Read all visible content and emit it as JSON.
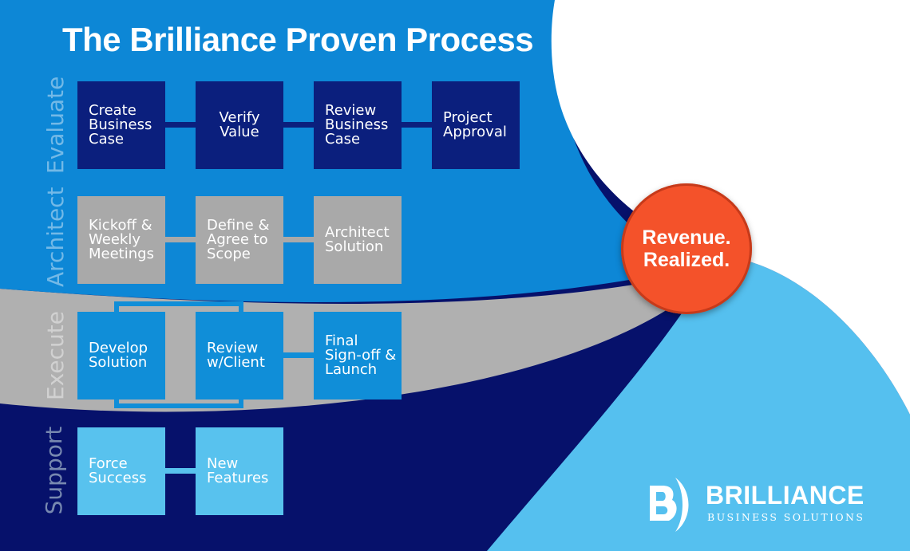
{
  "title": "The Brilliance Proven Process",
  "phases": {
    "evaluate": "Evaluate",
    "architect": "Architect",
    "execute": "Execute",
    "support": "Support"
  },
  "steps": {
    "evaluate": [
      "Create\nBusiness\nCase",
      "Verify\nValue",
      "Review\nBusiness\nCase",
      "Project\nApproval"
    ],
    "architect": [
      "Kickoff &\nWeekly\nMeetings",
      "Define &\nAgree to\nScope",
      "Architect\nSolution"
    ],
    "execute": [
      "Develop\nSolution",
      "Review\nw/Client",
      "Final\nSign-off &\nLaunch"
    ],
    "support": [
      "Force\nSuccess",
      "New\nFeatures"
    ]
  },
  "badge": {
    "line1": "Revenue.",
    "line2": "Realized."
  },
  "logo": {
    "name": "BRILLIANCE",
    "tagline": "BUSINESS SOLUTIONS"
  },
  "colors": {
    "royal_blue": "#0d87d6",
    "navy": "#06116b",
    "gray_band": "#b0b0b0",
    "light_blue": "#55c0ef",
    "badge_orange": "#f4522a"
  }
}
